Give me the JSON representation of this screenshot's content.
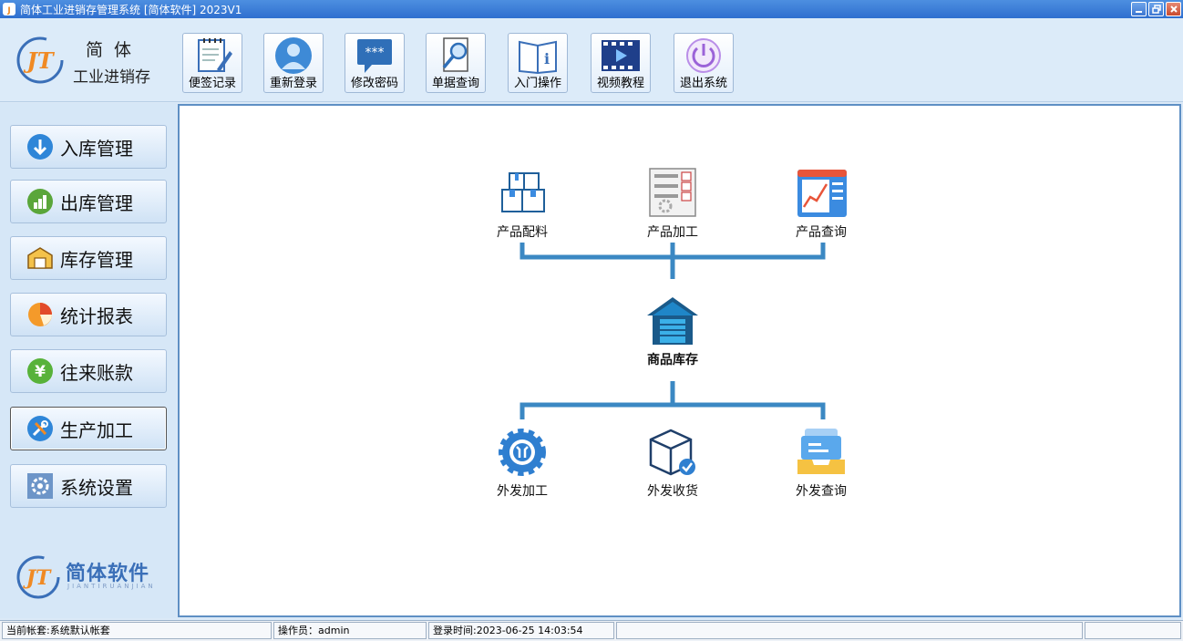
{
  "window": {
    "title": "简体工业进销存管理系统 [简体软件] 2023V1",
    "icons": [
      "app-icon",
      "minimize-icon",
      "restore-icon",
      "close-icon"
    ]
  },
  "brand": {
    "line1": "简体",
    "line2": "工业进销存",
    "logo_text": "JT",
    "color_blue": "#3a6fb8",
    "color_orange": "#f08a24"
  },
  "toolbar": [
    {
      "label": "便签记录",
      "icon": "notepad-icon"
    },
    {
      "label": "重新登录",
      "icon": "user-icon"
    },
    {
      "label": "修改密码",
      "icon": "password-icon"
    },
    {
      "label": "单据查询",
      "icon": "document-search-icon"
    },
    {
      "label": "入门操作",
      "icon": "book-info-icon"
    },
    {
      "label": "视频教程",
      "icon": "video-icon"
    },
    {
      "label": "退出系统",
      "icon": "power-icon"
    }
  ],
  "sidebar": {
    "items": [
      {
        "label": "入库管理",
        "icon": "arrow-down-icon"
      },
      {
        "label": "出库管理",
        "icon": "bar-chart-icon"
      },
      {
        "label": "库存管理",
        "icon": "warehouse-box-icon"
      },
      {
        "label": "统计报表",
        "icon": "pie-chart-icon"
      },
      {
        "label": "往来账款",
        "icon": "yen-icon"
      },
      {
        "label": "生产加工",
        "icon": "tools-icon"
      },
      {
        "label": "系统设置",
        "icon": "gear-icon"
      }
    ],
    "active": "生产加工",
    "footer_logo_text": "简体软件",
    "footer_logo_sub": "JIANTIRUANJIAN"
  },
  "diagram": {
    "top": [
      {
        "label": "产品配料",
        "icon": "boxes-icon"
      },
      {
        "label": "产品加工",
        "icon": "checklist-icon"
      },
      {
        "label": "产品查询",
        "icon": "report-chart-icon"
      }
    ],
    "center": {
      "label": "商品库存",
      "icon": "warehouse-icon"
    },
    "bottom": [
      {
        "label": "外发加工",
        "icon": "gear-wrench-icon"
      },
      {
        "label": "外发收货",
        "icon": "package-check-icon"
      },
      {
        "label": "外发查询",
        "icon": "inbox-tray-icon"
      }
    ],
    "line_color": "#3b88c3"
  },
  "status": {
    "account": "当前帐套:系统默认帐套",
    "operator": "操作员：admin",
    "login_time": "登录时间:2023-06-25 14:03:54",
    "extra1": "",
    "extra2": ""
  }
}
